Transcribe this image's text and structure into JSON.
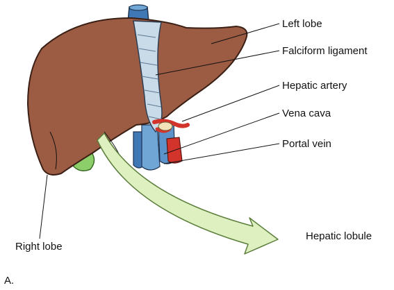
{
  "labels": {
    "left_lobe": "Left lobe",
    "falciform_ligament": "Falciform ligament",
    "hepatic_artery": "Hepatic artery",
    "vena_cava": "Vena cava",
    "portal_vein": "Portal vein",
    "right_lobe": "Right lobe",
    "hepatic_lobule": "Hepatic lobule",
    "panel": "A."
  },
  "colors": {
    "liver": "#9c5b43",
    "liver_outline": "#3a1f14",
    "gallbladder": "#8ccf6a",
    "vessel_blue": "#6fa6d6",
    "vessel_dark_blue": "#3f78b5",
    "artery_red": "#d2342c",
    "ligament": "#c9dbe9",
    "arrow_fill": "#dff0c0",
    "arrow_outline": "#5a7d3a"
  }
}
